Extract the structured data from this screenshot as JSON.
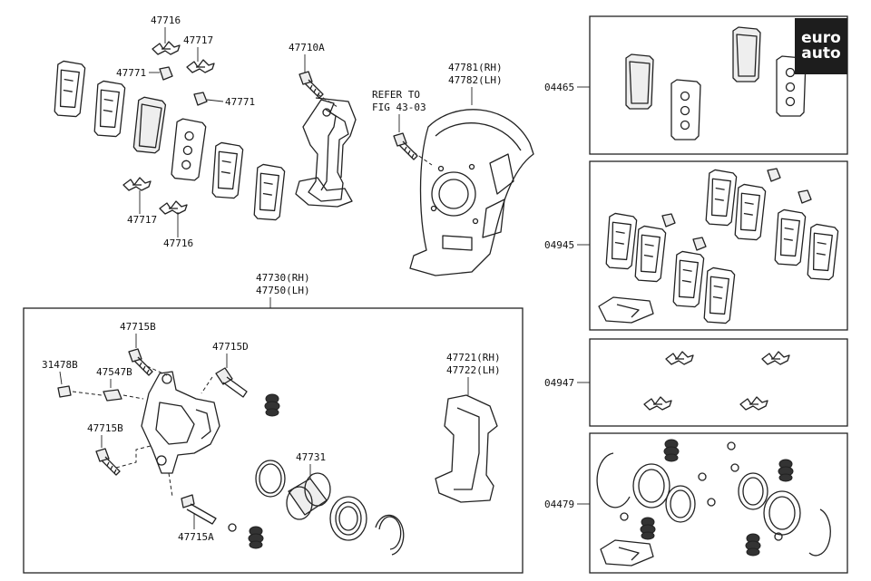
{
  "labels": {
    "p47716_top": "47716",
    "p47717_top": "47717",
    "p47771_a": "47771",
    "p47771_b": "47771",
    "p47717_bot": "47717",
    "p47716_bot": "47716",
    "p47710a": "47710A",
    "refer_1": "REFER TO",
    "refer_2": "FIG 43-03",
    "p47781": "47781(RH)",
    "p47782": "47782(LH)",
    "p47730": "47730(RH)",
    "p47750": "47750(LH)",
    "p47715b_a": "47715B",
    "p47715d": "47715D",
    "p31478b": "31478B",
    "p47547b": "47547B",
    "p47715b_b": "47715B",
    "p47715a": "47715A",
    "p47731": "47731",
    "p47721": "47721(RH)",
    "p47722": "47722(LH)",
    "kit_04465": "04465",
    "kit_04945": "04945",
    "kit_04947": "04947",
    "kit_04479": "04479"
  },
  "logo": {
    "line1": "euro",
    "line2": "auto"
  },
  "icons": {
    "logo": "euroauto-logo"
  }
}
